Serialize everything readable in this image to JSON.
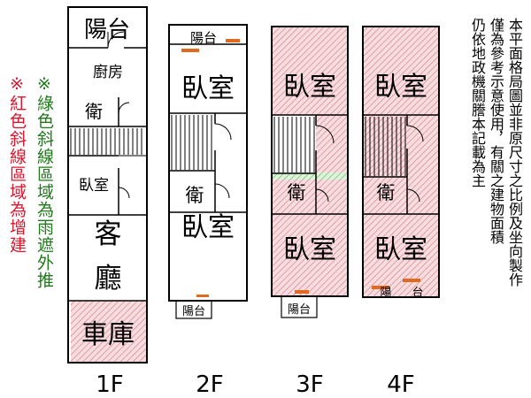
{
  "colors": {
    "red_hatch": "#e8aab0",
    "green_hatch": "#9fd39a",
    "balcony_bar": "#e06a1f",
    "red_text": "#d7192f",
    "green_text": "#1f7a1a"
  },
  "legend": {
    "green": "※綠色斜線區域為雨遮外推",
    "red": "※紅色斜線區域為增建"
  },
  "notes": [
    "本平面格局圖並非原尺寸之比例及坐向製作",
    "僅為參考示意使用，有關之建物面積",
    "仍依地政機關謄本記載為主"
  ],
  "floors": [
    {
      "id": "1F",
      "label": "1F",
      "rooms": {
        "balcony": "陽台",
        "kitchen": "廚房",
        "bath": "衛",
        "bedroom": "臥室",
        "living": "客廳",
        "garage": "車庫"
      }
    },
    {
      "id": "2F",
      "label": "2F",
      "rooms": {
        "balcony_top": "陽台",
        "bedroom_top": "臥室",
        "bath": "衛",
        "bedroom_bottom": "臥室",
        "balcony_bottom": "陽台"
      }
    },
    {
      "id": "3F",
      "label": "3F",
      "rooms": {
        "bedroom_top": "臥室",
        "bath": "衛",
        "bedroom_bottom": "臥室",
        "balcony_bottom": "陽台"
      }
    },
    {
      "id": "4F",
      "label": "4F",
      "rooms": {
        "bedroom_top": "臥室",
        "bath": "衛",
        "bedroom_bottom": "臥室",
        "balcony_bottom_a": "陽",
        "balcony_bottom_b": "台"
      }
    }
  ]
}
